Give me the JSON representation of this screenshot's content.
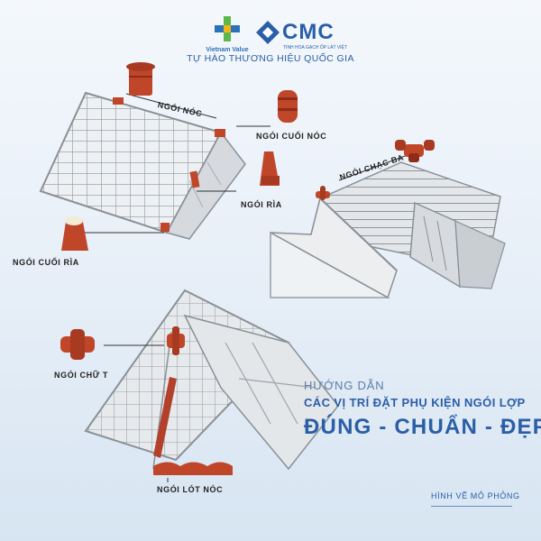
{
  "brand": {
    "partner_logo_text": "Vietnam Value",
    "company_name": "CMC",
    "company_subtitle": "TINH HOA GẠCH ỐP LÁT VIỆT",
    "slogan": "TỰ HÀO THƯƠNG HIỆU QUỐC GIA"
  },
  "labels": {
    "ngoi_noc": "NGÓI NÓC",
    "ngoi_cuoi_noc": "NGÓI CUỐI NÓC",
    "ngoi_ria": "NGÓI RÌA",
    "ngoi_cuoi_ria": "NGÓI CUỐI RÌA",
    "ngoi_chac_ba": "NGÓI CHẠC BA",
    "ngoi_chu_t": "NGÓI CHỮ T",
    "ngoi_lot_noc": "NGÓI LÓT NÓC"
  },
  "guide": {
    "line1": "HƯỚNG DẪN",
    "line2": "CÁC VỊ TRÍ ĐẶT PHỤ KIỆN NGÓI LỢP",
    "line3": "ĐÚNG - CHUẨN - ĐẸP"
  },
  "footer": {
    "simulation_note": "HÌNH VẼ MÔ PHỎNG"
  },
  "colors": {
    "tile": "#c0462a",
    "tile_dark": "#8f2c17",
    "brand_blue": "#2a5ea8",
    "roof_frame": "#9aa0a6"
  }
}
